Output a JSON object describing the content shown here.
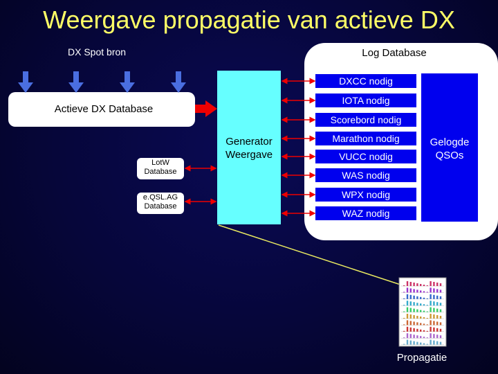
{
  "title": "Weergave propagatie van actieve DX",
  "labels": {
    "dx_spot_bron": "DX Spot bron",
    "log_database": "Log Database",
    "actieve_dx_database": "Actieve DX Database",
    "lotw_database": "LotW Database",
    "eqsl_database": "e.QSL.AG Database",
    "generator": "Generator Weergave",
    "gelogde_qsos": "Gelogde QSOs",
    "propagatie": "Propagatie"
  },
  "nodig_items": [
    "DXCC nodig",
    "IOTA nodig",
    "Scorebord nodig",
    "Marathon nodig",
    "VUCC nodig",
    "WAS nodig",
    "WPX nodig",
    "WAZ nodig"
  ],
  "colors": {
    "title": "#ffff66",
    "background": "#06063a",
    "generator_fill": "#66ffff",
    "blue_box": "#0000ee",
    "arrow_red": "#ee0000",
    "spot_arrows": "#4466dd",
    "connector_line": "#e8e860"
  }
}
